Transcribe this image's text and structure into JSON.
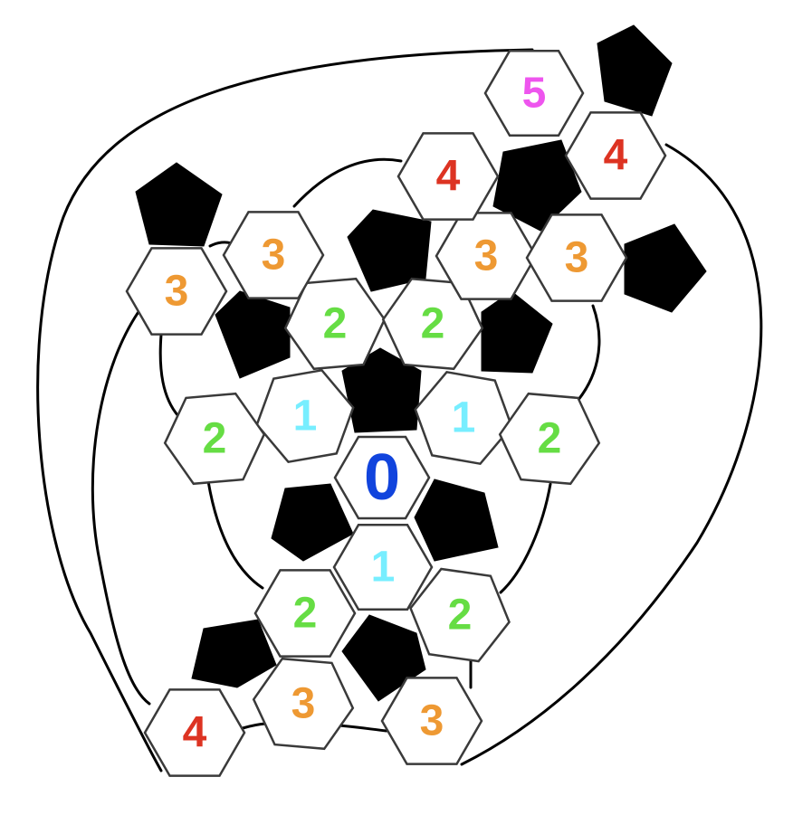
{
  "colors": {
    "d0": "#1144dd",
    "d1": "#77eeff",
    "d2": "#66dd44",
    "d3": "#ee9933",
    "d4": "#dd3322",
    "d5": "#ee55ee",
    "pentagon": "#000000",
    "hexagon_fill": "#ffffff"
  },
  "hexagons": [
    {
      "id": "h0",
      "label": "0",
      "level": 0
    },
    {
      "id": "h1a",
      "label": "1",
      "level": 1
    },
    {
      "id": "h1b",
      "label": "1",
      "level": 1
    },
    {
      "id": "h1c",
      "label": "1",
      "level": 1
    },
    {
      "id": "h2a",
      "label": "2",
      "level": 2
    },
    {
      "id": "h2b",
      "label": "2",
      "level": 2
    },
    {
      "id": "h2c",
      "label": "2",
      "level": 2
    },
    {
      "id": "h2d",
      "label": "2",
      "level": 2
    },
    {
      "id": "h2e",
      "label": "2",
      "level": 2
    },
    {
      "id": "h2f",
      "label": "2",
      "level": 2
    },
    {
      "id": "h3a",
      "label": "3",
      "level": 3
    },
    {
      "id": "h3b",
      "label": "3",
      "level": 3
    },
    {
      "id": "h3c",
      "label": "3",
      "level": 3
    },
    {
      "id": "h3d",
      "label": "3",
      "level": 3
    },
    {
      "id": "h3e",
      "label": "3",
      "level": 3
    },
    {
      "id": "h3f",
      "label": "3",
      "level": 3
    },
    {
      "id": "h4a",
      "label": "4",
      "level": 4
    },
    {
      "id": "h4b",
      "label": "4",
      "level": 4
    },
    {
      "id": "h4c",
      "label": "4",
      "level": 4
    },
    {
      "id": "h5",
      "label": "5",
      "level": 5
    }
  ]
}
